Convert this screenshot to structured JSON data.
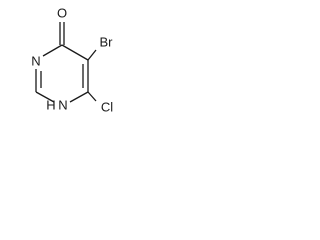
{
  "molecule": {
    "atoms": {
      "oxygen": "O",
      "bromine": "Br",
      "chlorine": "Cl",
      "nitrogen_top": "N",
      "nitrogen_nh": "N",
      "hydrogen_nh": "H"
    }
  }
}
